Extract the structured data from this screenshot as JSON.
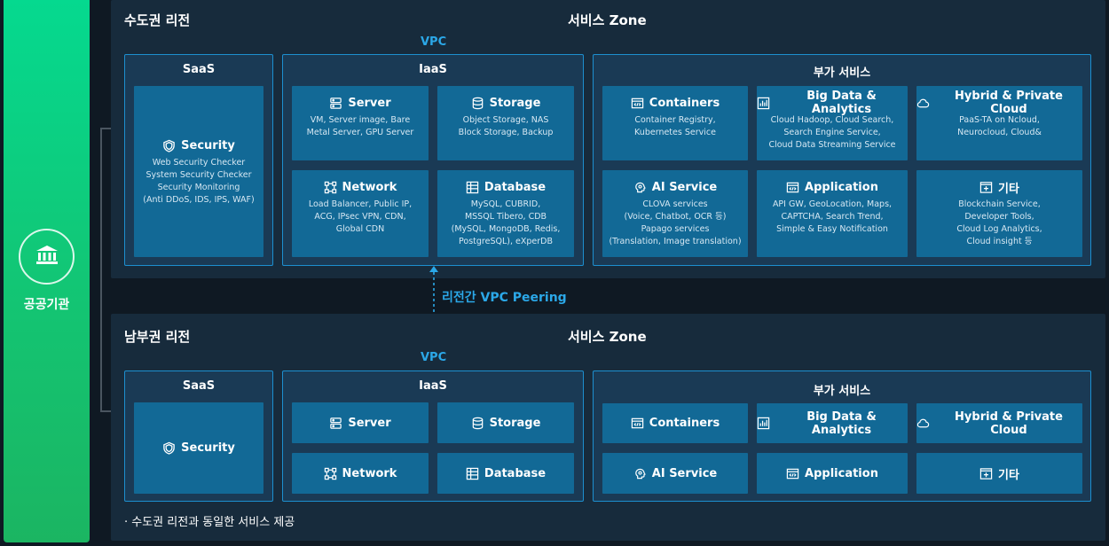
{
  "sidebar": {
    "label": "공공기관",
    "icon": "institution-icon"
  },
  "peering_label": "리전간 VPC Peering",
  "footnote": "· 수도권 리전과 동일한 서비스 제공",
  "north": {
    "region_title": "수도권 리전",
    "zone_title": "서비스 Zone",
    "vpc_label": "VPC",
    "saas": {
      "title": "SaaS",
      "security": {
        "label": "Security",
        "desc": "Web Security Checker\nSystem Security Checker\nSecurity Monitoring\n(Anti DDoS, IDS, IPS, WAF)"
      }
    },
    "iaas": {
      "title": "IaaS",
      "server": {
        "label": "Server",
        "desc": "VM, Server image, Bare\nMetal Server, GPU Server"
      },
      "storage": {
        "label": "Storage",
        "desc": "Object Storage, NAS\nBlock Storage, Backup"
      },
      "network": {
        "label": "Network",
        "desc": "Load Balancer, Public IP,\nACG, IPsec VPN, CDN,\nGlobal CDN"
      },
      "database": {
        "label": "Database",
        "desc": "MySQL, CUBRID,\nMSSQL Tibero, CDB\n(MySQL, MongoDB, Redis,\nPostgreSQL), eXperDB"
      }
    },
    "extra": {
      "title": "부가 서비스",
      "containers": {
        "label": "Containers",
        "desc": "Container Registry,\nKubernetes Service"
      },
      "bigdata": {
        "label": "Big Data & Analytics",
        "desc": "Cloud Hadoop, Cloud Search,\nSearch Engine Service,\nCloud Data Streaming Service"
      },
      "hybrid": {
        "label": "Hybrid & Private Cloud",
        "desc": "PaaS-TA on Ncloud,\nNeurocloud, Cloud&"
      },
      "ai": {
        "label": "AI Service",
        "desc": "CLOVA services\n(Voice, Chatbot, OCR 등)\nPapago services\n(Translation, Image translation)"
      },
      "application": {
        "label": "Application",
        "desc": "API GW, GeoLocation, Maps,\nCAPTCHA, Search Trend,\nSimple & Easy Notification"
      },
      "etc": {
        "label": "기타",
        "desc": "Blockchain Service,\nDeveloper Tools,\nCloud Log Analytics,\nCloud insight 등"
      }
    }
  },
  "south": {
    "region_title": "남부권 리전",
    "zone_title": "서비스 Zone",
    "vpc_label": "VPC",
    "saas": {
      "title": "SaaS",
      "security": {
        "label": "Security"
      }
    },
    "iaas": {
      "title": "IaaS",
      "server": {
        "label": "Server"
      },
      "storage": {
        "label": "Storage"
      },
      "network": {
        "label": "Network"
      },
      "database": {
        "label": "Database"
      }
    },
    "extra": {
      "title": "부가 서비스",
      "containers": {
        "label": "Containers"
      },
      "bigdata": {
        "label": "Big Data & Analytics"
      },
      "hybrid": {
        "label": "Hybrid & Private Cloud"
      },
      "ai": {
        "label": "AI Service"
      },
      "application": {
        "label": "Application"
      },
      "etc": {
        "label": "기타"
      }
    }
  }
}
